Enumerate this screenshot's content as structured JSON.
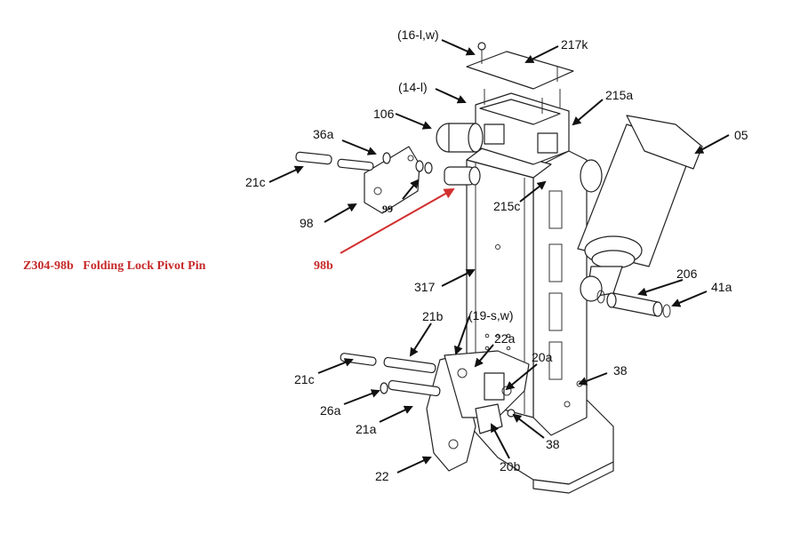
{
  "caption": {
    "part_number": "Z304-98b",
    "part_name": "Folding Lock Pivot Pin"
  },
  "highlight": {
    "label": "98b",
    "color": "#d32f2f"
  },
  "callouts": {
    "c_16lw": "(16-l,w)",
    "c_217k": "217k",
    "c_14l": "(14-l)",
    "c_215a": "215a",
    "c_106": "106",
    "c_05": "05",
    "c_36a": "36a",
    "c_21c_top": "21c",
    "c_99": "99",
    "c_98": "98",
    "c_215c": "215c",
    "c_206": "206",
    "c_41a": "41a",
    "c_317": "317",
    "c_21b": "21b",
    "c_19sw": "(19-s,w)",
    "c_22a": "22a",
    "c_20a": "20a",
    "c_38_right": "38",
    "c_21c_bottom": "21c",
    "c_26a": "26a",
    "c_21a": "21a",
    "c_38_bottom": "38",
    "c_20b": "20b",
    "c_22": "22"
  }
}
